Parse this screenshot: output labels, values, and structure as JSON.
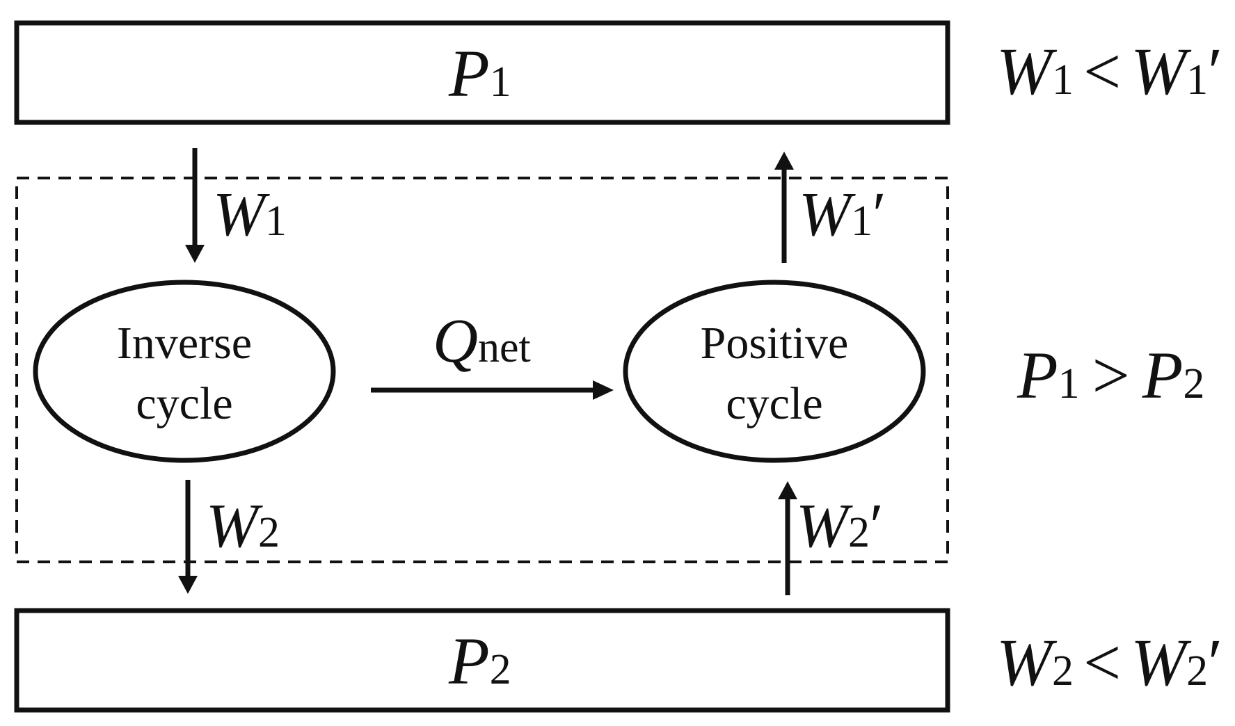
{
  "top_box": {
    "base": "P",
    "sub": "1"
  },
  "bottom_box": {
    "base": "P",
    "sub": "2"
  },
  "relations": {
    "top": {
      "left_base": "W",
      "left_sub": "1",
      "op": "<",
      "right_base": "W",
      "right_sub": "1",
      "prime": "′"
    },
    "middle": {
      "left_base": "P",
      "left_sub": "1",
      "op": ">",
      "right_base": "P",
      "right_sub": "2"
    },
    "bottom": {
      "left_base": "W",
      "left_sub": "2",
      "op": "<",
      "right_base": "W",
      "right_sub": "2",
      "prime": "′"
    }
  },
  "cycles": {
    "inverse": {
      "line1": "Inverse",
      "line2": "cycle"
    },
    "positive": {
      "line1": "Positive",
      "line2": "cycle"
    }
  },
  "flows": {
    "w1_in": {
      "base": "W",
      "sub": "1",
      "prime": ""
    },
    "w1_out": {
      "base": "W",
      "sub": "1",
      "prime": "′"
    },
    "w2_out": {
      "base": "W",
      "sub": "2",
      "prime": ""
    },
    "w2_in": {
      "base": "W",
      "sub": "2",
      "prime": "′"
    },
    "heat": {
      "base": "Q",
      "sub": "net"
    }
  }
}
